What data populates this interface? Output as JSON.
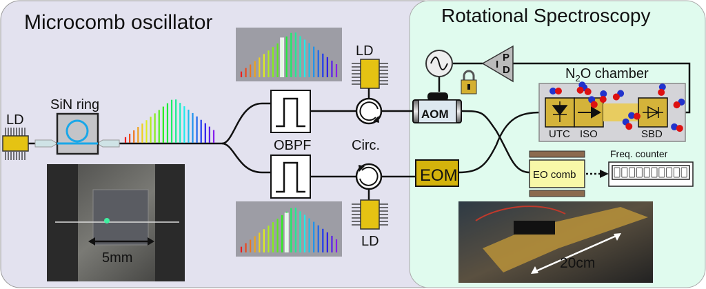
{
  "left_panel": {
    "title": "Microcomb oscillator",
    "ld_label": "LD",
    "ring_label": "SiN ring",
    "obpf_label": "OBPF",
    "circ_label": "Circ.",
    "ld_top_label": "LD",
    "ld_bottom_label": "LD",
    "scale_label": "5mm"
  },
  "right_panel": {
    "title": "Rotational Spectroscopy",
    "aom_label": "AOM",
    "eom_label": "EOM",
    "pid_p": "P",
    "pid_i": "I",
    "pid_d": "D",
    "chamber_label": "N",
    "chamber_sub": "2",
    "chamber_label_rest": "O chamber",
    "utc_label": "UTC",
    "iso_label": "ISO",
    "sbd_label": "SBD",
    "eo_comb_label": "EO comb",
    "freq_counter_label": "Freq. counter",
    "scale_label": "20cm"
  },
  "colors": {
    "left_bg": "#e3e2ef",
    "right_bg": "#e0fbee",
    "chip": "#e5c313",
    "ring": "#1aa7e8",
    "component": "#d4b33a"
  }
}
